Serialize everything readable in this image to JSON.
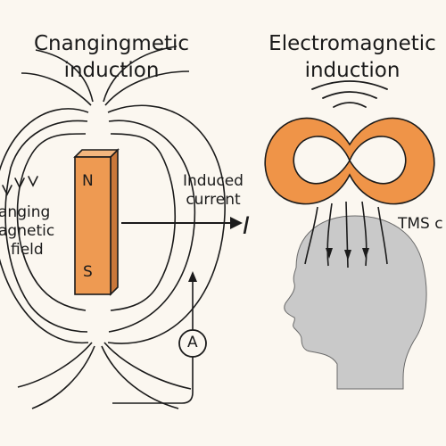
{
  "left_panel": {
    "title_line1": "Cnangingmetic",
    "title_line2": "induction",
    "field_label_line1": "anging",
    "field_label_line2": "agnetic",
    "field_label_line3": "field",
    "magnet_north": "N",
    "magnet_south": "S",
    "induced_label_line1": "Induced",
    "induced_label_line2": "current",
    "current_symbol": "I",
    "ammeter_label": "A"
  },
  "right_panel": {
    "title_line1": "Electromagnetic",
    "title_line2": "induction",
    "coil_label": "TMS c"
  },
  "colors": {
    "magnet": "#ee9a52",
    "coil": "#ef9448",
    "head": "#c9c9c9",
    "lines": "#1b1b1b",
    "background": "#fbf7f0"
  },
  "icons": [
    "bar-magnet-icon",
    "ammeter-icon",
    "figure-eight-coil-icon",
    "head-profile-icon"
  ]
}
